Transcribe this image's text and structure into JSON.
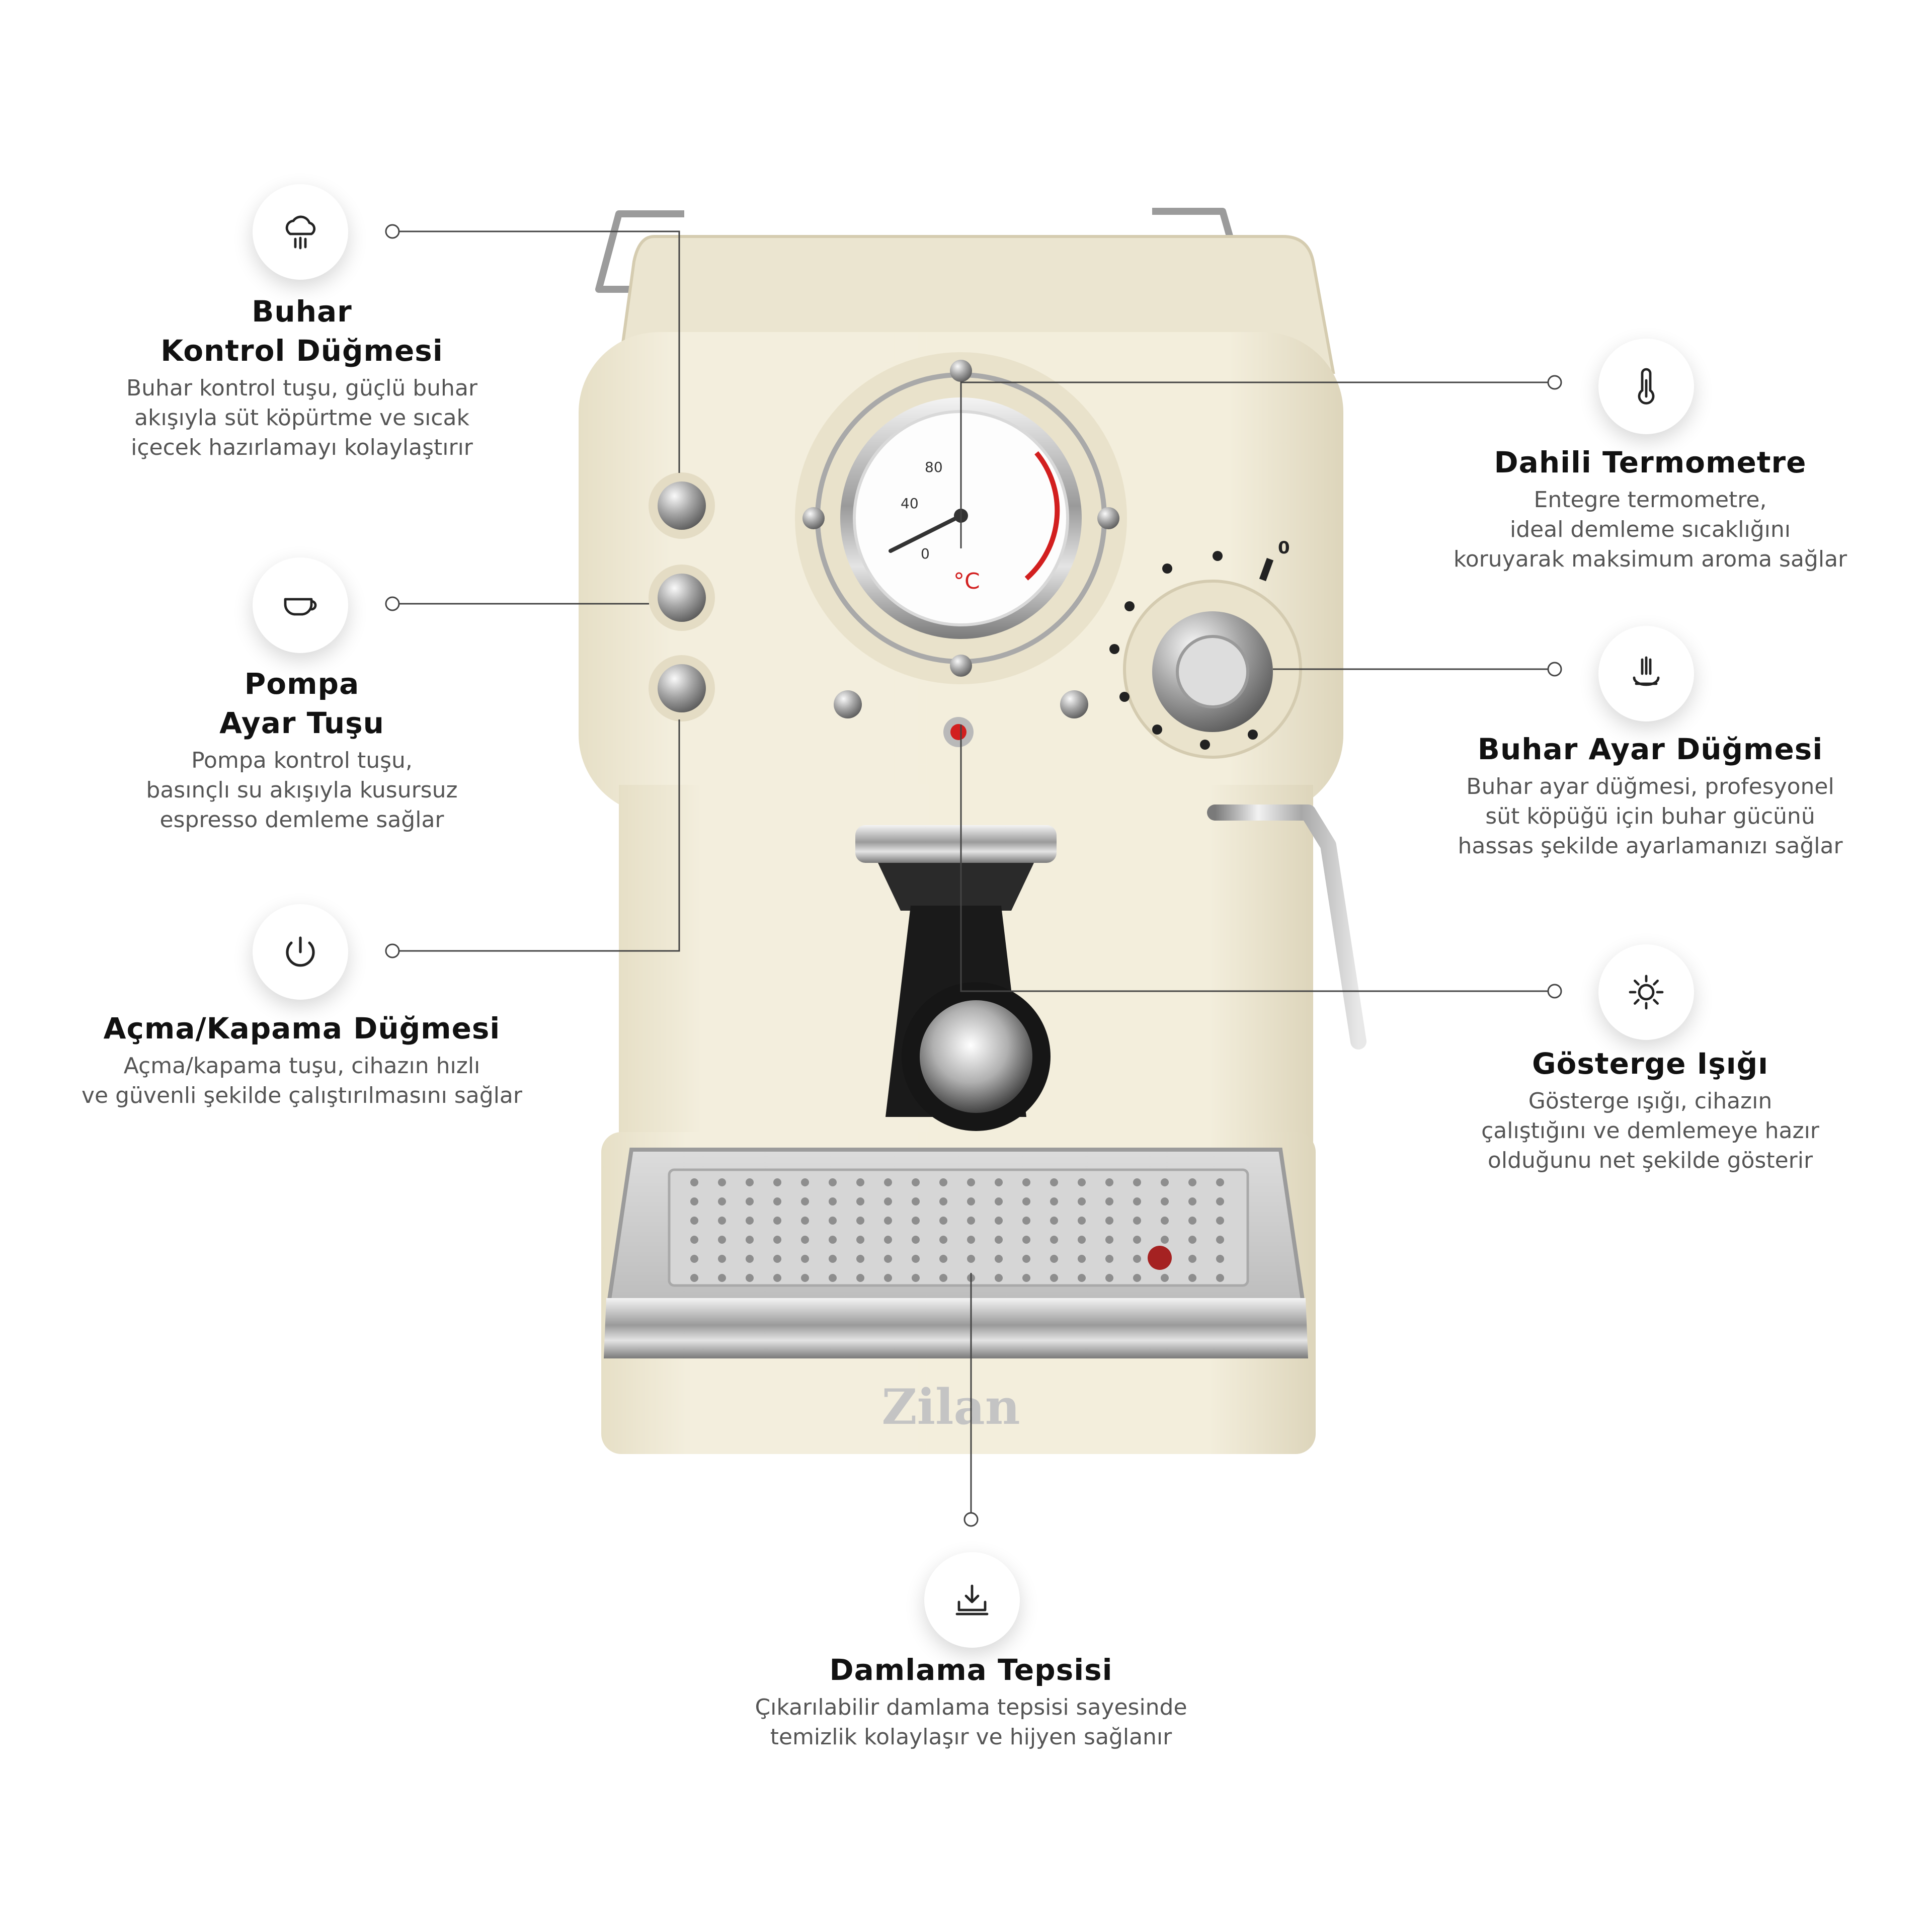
{
  "brand": "Zilan",
  "thermometer_scale": {
    "labels": [
      "0",
      "40",
      "80"
    ],
    "unit": "°C"
  },
  "steam_dial": {
    "label": "0"
  },
  "features": {
    "steam_control": {
      "title_lines": [
        "Buhar",
        "Kontrol Düğmesi"
      ],
      "desc_lines": [
        "Buhar kontrol tuşu, güçlü buhar",
        "akışıyla süt köpürtme ve sıcak",
        "içecek hazırlamayı kolaylaştırır"
      ]
    },
    "pump": {
      "title_lines": [
        "Pompa",
        "Ayar Tuşu"
      ],
      "desc_lines": [
        "Pompa kontrol tuşu,",
        "basınçlı su akışıyla kusursuz",
        "espresso demleme sağlar"
      ]
    },
    "power": {
      "title_lines": [
        "Açma/Kapama Düğmesi"
      ],
      "desc_lines": [
        "Açma/kapama tuşu, cihazın hızlı",
        "ve güvenli şekilde çalıştırılmasını sağlar"
      ]
    },
    "thermometer": {
      "title_lines": [
        "Dahili Termometre"
      ],
      "desc_lines": [
        "Entegre termometre,",
        "ideal demleme sıcaklığını",
        "koruyarak maksimum aroma sağlar"
      ]
    },
    "steam_dial": {
      "title_lines": [
        "Buhar Ayar Düğmesi"
      ],
      "desc_lines": [
        "Buhar ayar düğmesi, profesyonel",
        "süt köpüğü için buhar gücünü",
        "hassas şekilde ayarlamanızı sağlar"
      ]
    },
    "indicator": {
      "title_lines": [
        "Gösterge Işığı"
      ],
      "desc_lines": [
        "Gösterge ışığı, cihazın",
        "çalıştığını ve demlemeye hazır",
        "olduğunu net şekilde gösterir"
      ]
    },
    "drip_tray": {
      "title_lines": [
        "Damlama Tepsisi"
      ],
      "desc_lines": [
        "Çıkarılabilir damlama tepsisi sayesinde",
        "temizlik kolaylaşır ve hijyen sağlanır"
      ]
    }
  },
  "icons": {
    "steam_control": "steam-cloud-icon",
    "pump": "cup-icon",
    "power": "power-icon",
    "thermometer": "thermometer-icon",
    "steam_dial": "steam-hand-icon",
    "indicator": "sun-light-icon",
    "drip_tray": "tray-download-icon"
  },
  "colors": {
    "body": "#f1ecdb",
    "chrome": "#c4c4c4",
    "red_light": "#d21f1f",
    "text_title": "#111111",
    "text_body": "#555555"
  }
}
